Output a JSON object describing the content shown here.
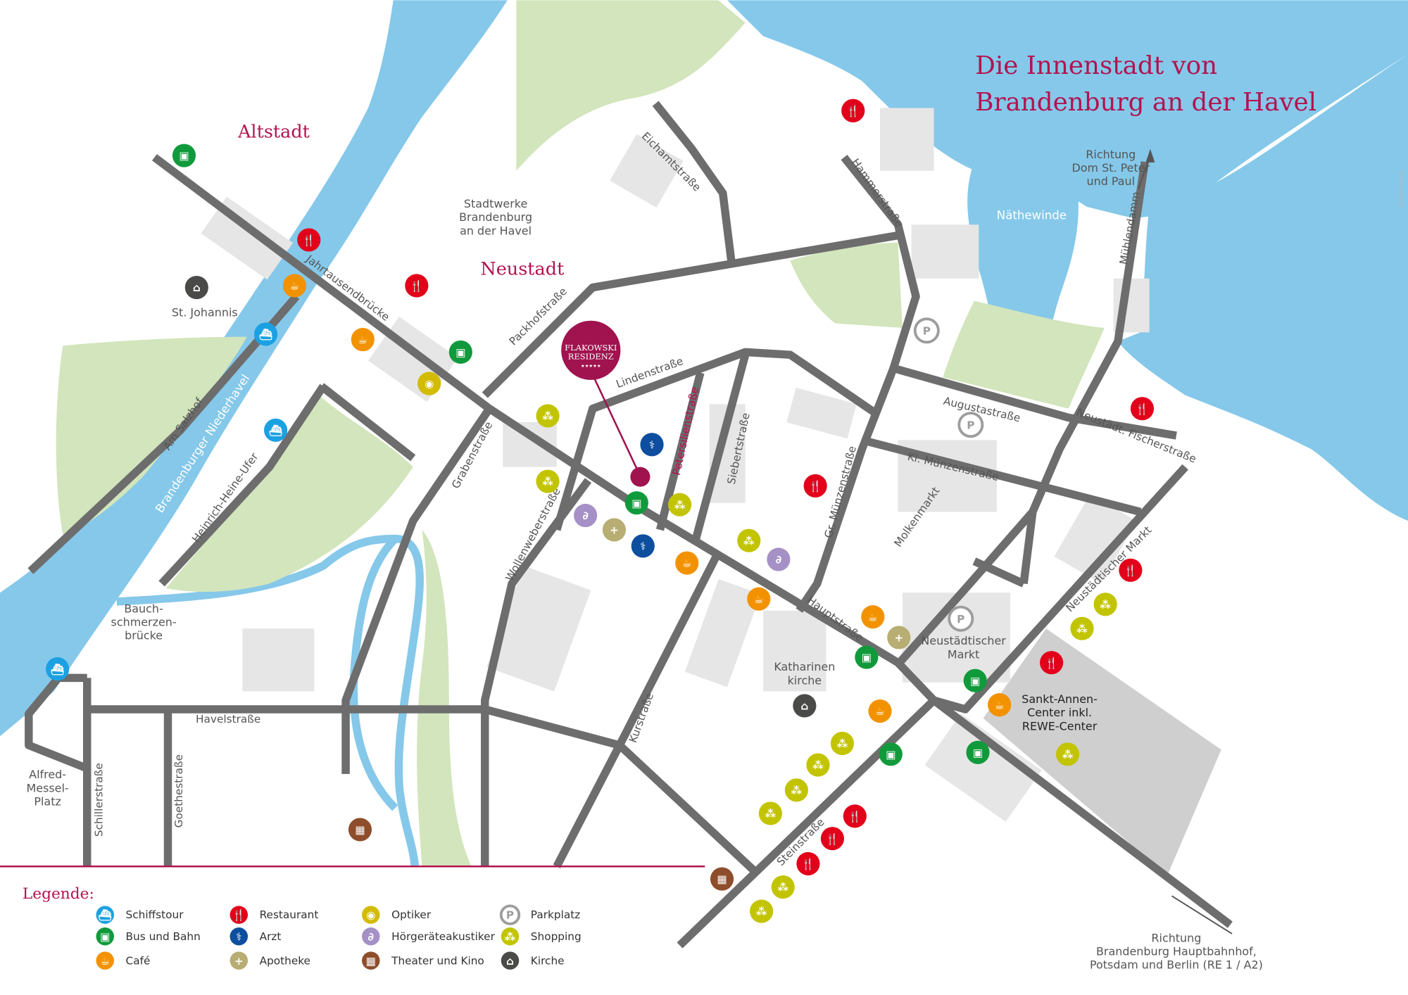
{
  "title": {
    "line1": "Die Innenstadt von",
    "line2": "Brandenburg an der Havel"
  },
  "districts": {
    "altstadt": "Altstadt",
    "neustadt": "Neustadt"
  },
  "hotel": {
    "line1": "FLAKOWSKI",
    "line2": "RESIDENZ",
    "stars": "★★★★★"
  },
  "places": {
    "stadtwerke": [
      "Stadtwerke",
      "Brandenburg",
      "an der Havel"
    ],
    "st_johannis": "St. Johannis",
    "bauchschmerzen": [
      "Bauch-",
      "schmerzen-",
      "brücke"
    ],
    "alfred_messel": [
      "Alfred-",
      "Messel-",
      "Platz"
    ],
    "neustaedtischer_markt_place": [
      "Neustädtischer",
      "Markt"
    ],
    "katharinenkirche": [
      "Katharinen",
      "kirche"
    ],
    "sankt_annen": [
      "Sankt-Annen-",
      "Center inkl.",
      "REWE-Center"
    ],
    "dom": [
      "Richtung",
      "Dom St. Peter",
      "und Paul"
    ],
    "hauptbahnhof": [
      "Richtung",
      "Brandenburg Hauptbahnhof,",
      "Potsdam und Berlin (RE 1 / A2)"
    ]
  },
  "water": {
    "niederhavel": "Brandenburger Niederhavel",
    "naethewinde": "Näthewinde"
  },
  "streets": {
    "jahrtausendbruecke": "Jahrtausendbrücke",
    "am_salzhof": "Am Salzhof",
    "heinrich_heine_ufer": "Heinrich-Heine-Ufer",
    "schillerstrasse": "Schillerstraße",
    "goethestrasse": "Goethestraße",
    "havelstrasse": "Havelstraße",
    "grabenstrasse": "Grabenstraße",
    "packhofstrasse": "Packhofstraße",
    "eichamtstrasse": "Eichamtstraße",
    "hammerstrasse": "Hammerstraße",
    "lindenstrasse": "Lindenstraße",
    "petersilienstrasse": "Petersilienstraße",
    "siebertstrasse": "Siebertstraße",
    "wollenweberstrasse": "Wollenweberstraße",
    "kurstrasse": "Kurstraße",
    "hauptstrasse": "Hauptstraße",
    "gr_muenzenstrasse": "Gr. Münzenstraße",
    "molkenmarkt": "Molkenmarkt",
    "kl_muenzenstrasse": "Kl. Münzenstraße",
    "augustastrasse": "Augustastraße",
    "fischerstrasse": "Neustädt. Fischerstraße",
    "muehlendamm": "Mühlendamm",
    "neustaedtischer_markt": "Neustädtischer Markt",
    "steinstrasse": "Steinstraße"
  },
  "legend": {
    "title": "Legende:",
    "items": [
      {
        "key": "ship",
        "label": "Schiffstour",
        "color": "#1ba1e2",
        "icon": "ship-icon"
      },
      {
        "key": "bus",
        "label": "Bus und Bahn",
        "color": "#119a3c",
        "icon": "train-icon"
      },
      {
        "key": "cafe",
        "label": "Café",
        "color": "#f39200",
        "icon": "coffee-cup-icon"
      },
      {
        "key": "restaurant",
        "label": "Restaurant",
        "color": "#e2001a",
        "icon": "fork-knife-icon"
      },
      {
        "key": "arzt",
        "label": "Arzt",
        "color": "#0d4f9e",
        "icon": "doctor-icon"
      },
      {
        "key": "apotheke",
        "label": "Apotheke",
        "color": "#b8ad73",
        "icon": "first-aid-kit-icon"
      },
      {
        "key": "optiker",
        "label": "Optiker",
        "color": "#d2bb00",
        "icon": "eye-icon"
      },
      {
        "key": "hoergeraete",
        "label": "Hörgeräteakustiker",
        "color": "#a591c6",
        "icon": "ear-icon"
      },
      {
        "key": "kino",
        "label": "Theater und Kino",
        "color": "#8e4d2b",
        "icon": "film-icon"
      },
      {
        "key": "parkplatz",
        "label": "Parkplatz",
        "color": "#9d9d9c",
        "icon": "parking-icon"
      },
      {
        "key": "shopping",
        "label": "Shopping",
        "color": "#c2c400",
        "icon": "people-icon"
      },
      {
        "key": "kirche",
        "label": "Kirche",
        "color": "#4a4a49",
        "icon": "church-icon"
      }
    ]
  },
  "colors": {
    "water": "#85c8ea",
    "green": "#d2e5bc",
    "road": "#6d6d6d",
    "block": "#e6e6e6",
    "accent": "#b3134f",
    "hotel": "#a0134f"
  },
  "copyright": "©freivonform"
}
